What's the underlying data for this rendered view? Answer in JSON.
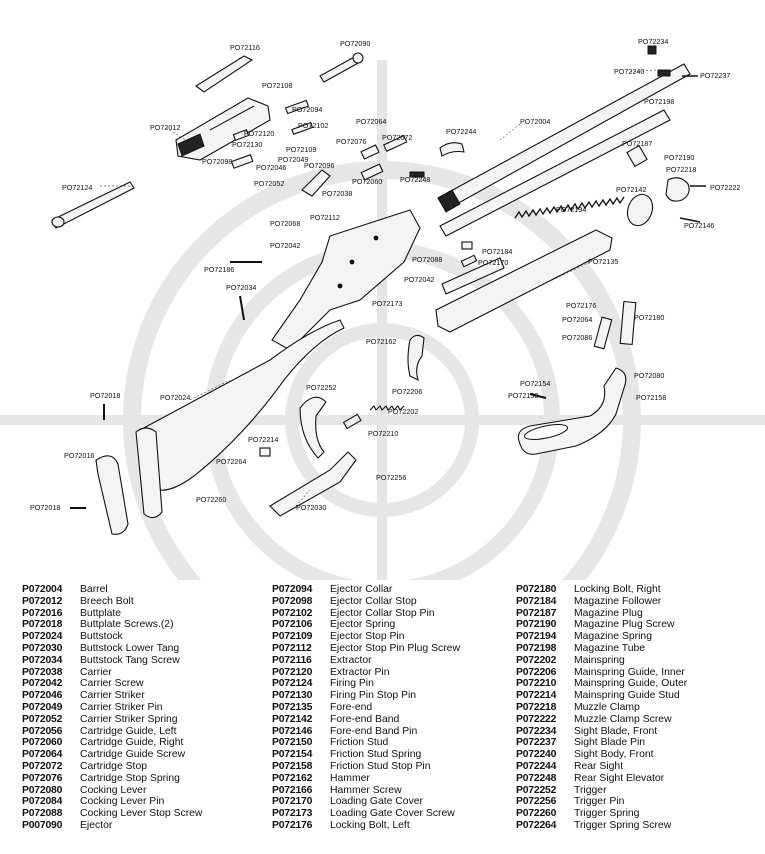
{
  "callouts": [
    {
      "id": "c1",
      "text": "PO72116"
    },
    {
      "id": "c2",
      "text": "PO72090"
    },
    {
      "id": "c3",
      "text": "PO72108"
    },
    {
      "id": "c4",
      "text": "PO72094"
    },
    {
      "id": "c5",
      "text": "PO72012"
    },
    {
      "id": "c6",
      "text": "PO72120"
    },
    {
      "id": "c7",
      "text": "PO72102"
    },
    {
      "id": "c8",
      "text": "PO72130"
    },
    {
      "id": "c9",
      "text": "PO72109"
    },
    {
      "id": "c10",
      "text": "PO72098"
    },
    {
      "id": "c11",
      "text": "PO72046"
    },
    {
      "id": "c12",
      "text": "PO72049"
    },
    {
      "id": "c13",
      "text": "PO72052"
    },
    {
      "id": "c14",
      "text": "PO72124"
    },
    {
      "id": "c15",
      "text": "PO72064"
    },
    {
      "id": "c16",
      "text": "PO72072"
    },
    {
      "id": "c17",
      "text": "PO72076"
    },
    {
      "id": "c18",
      "text": "PO72096"
    },
    {
      "id": "c19",
      "text": "PO72038"
    },
    {
      "id": "c20",
      "text": "PO72060"
    },
    {
      "id": "c21",
      "text": "PO72244"
    },
    {
      "id": "c22",
      "text": "PO72248"
    },
    {
      "id": "c23",
      "text": "PO72004"
    },
    {
      "id": "c24",
      "text": "PO72234"
    },
    {
      "id": "c25",
      "text": "PO72240"
    },
    {
      "id": "c26",
      "text": "PO72237"
    },
    {
      "id": "c27",
      "text": "PO72198"
    },
    {
      "id": "c28",
      "text": "PO72187"
    },
    {
      "id": "c29",
      "text": "PO72190"
    },
    {
      "id": "c30",
      "text": "PO72218"
    },
    {
      "id": "c31",
      "text": "PO72222"
    },
    {
      "id": "c32",
      "text": "PO72142"
    },
    {
      "id": "c33",
      "text": "PO72146"
    },
    {
      "id": "c34",
      "text": "PO72194"
    },
    {
      "id": "c35",
      "text": "PO72068"
    },
    {
      "id": "c36",
      "text": "PO72112"
    },
    {
      "id": "c37",
      "text": "PO72042"
    },
    {
      "id": "c38",
      "text": "PO72186"
    },
    {
      "id": "c39",
      "text": "PO72088"
    },
    {
      "id": "c40",
      "text": "PO72184"
    },
    {
      "id": "c41",
      "text": "PO72170"
    },
    {
      "id": "c42",
      "text": "PO72135"
    },
    {
      "id": "c43",
      "text": "PO72034"
    },
    {
      "id": "c44",
      "text": "PO72042"
    },
    {
      "id": "c45",
      "text": "PO72173"
    },
    {
      "id": "c46",
      "text": "PO72176"
    },
    {
      "id": "c47",
      "text": "PO72064"
    },
    {
      "id": "c48",
      "text": "PO72180"
    },
    {
      "id": "c49",
      "text": "PO72086"
    },
    {
      "id": "c50",
      "text": "PO72162"
    },
    {
      "id": "c51",
      "text": "PO72206"
    },
    {
      "id": "c52",
      "text": "PO72154"
    },
    {
      "id": "c53",
      "text": "PO72080"
    },
    {
      "id": "c54",
      "text": "PO72150"
    },
    {
      "id": "c55",
      "text": "PO72158"
    },
    {
      "id": "c56",
      "text": "PO72018"
    },
    {
      "id": "c57",
      "text": "PO72024"
    },
    {
      "id": "c58",
      "text": "PO72252"
    },
    {
      "id": "c59",
      "text": "PO72202"
    },
    {
      "id": "c60",
      "text": "PO72210"
    },
    {
      "id": "c61",
      "text": "PO72214"
    },
    {
      "id": "c62",
      "text": "PO72016"
    },
    {
      "id": "c63",
      "text": "PO72264"
    },
    {
      "id": "c64",
      "text": "PO72256"
    },
    {
      "id": "c65",
      "text": "PO72260"
    },
    {
      "id": "c66",
      "text": "PO72018"
    },
    {
      "id": "c67",
      "text": "PO72030"
    }
  ],
  "legend": {
    "col1": [
      {
        "num": "P072004",
        "desc": "Barrel"
      },
      {
        "num": "P072012",
        "desc": "Breech Bolt"
      },
      {
        "num": "P072016",
        "desc": "Buttplate"
      },
      {
        "num": "P072018",
        "desc": "Buttplate Screws.(2)"
      },
      {
        "num": "P072024",
        "desc": "Buttstock"
      },
      {
        "num": "P072030",
        "desc": "Buttstock Lower Tang"
      },
      {
        "num": "P072034",
        "desc": "Buttstock Tang Screw"
      },
      {
        "num": "P072038",
        "desc": "Carrier"
      },
      {
        "num": "P072042",
        "desc": "Carrier Screw"
      },
      {
        "num": "P072046",
        "desc": "Carrier Striker"
      },
      {
        "num": "P072049",
        "desc": "Carrier Striker Pin"
      },
      {
        "num": "P072052",
        "desc": "Carrier Striker Spring"
      },
      {
        "num": "P072056",
        "desc": "Cartridge Guide, Left"
      },
      {
        "num": "P072060",
        "desc": "Cartridge Guide, Right"
      },
      {
        "num": "P072064",
        "desc": "Cartridge Guide Screw"
      },
      {
        "num": "P072072",
        "desc": "Cartridge Stop"
      },
      {
        "num": "P072076",
        "desc": "Cartridge Stop Spring"
      },
      {
        "num": "P072080",
        "desc": "Cocking Lever"
      },
      {
        "num": "P072084",
        "desc": "Cocking Lever Pin"
      },
      {
        "num": "P072088",
        "desc": "Cocking Lever Stop Screw"
      },
      {
        "num": "P007090",
        "desc": "Ejector"
      }
    ],
    "col2": [
      {
        "num": "P072094",
        "desc": "Ejector Collar"
      },
      {
        "num": "P072098",
        "desc": "Ejector Collar Stop"
      },
      {
        "num": "P072102",
        "desc": "Ejector Collar Stop Pin"
      },
      {
        "num": "P072106",
        "desc": "Ejector Spring"
      },
      {
        "num": "P072109",
        "desc": "Ejector Stop Pin"
      },
      {
        "num": "P072112",
        "desc": "Ejector Stop Pin Plug Screw"
      },
      {
        "num": "P072116",
        "desc": "Extractor"
      },
      {
        "num": "P072120",
        "desc": "Extractor Pin"
      },
      {
        "num": "P072124",
        "desc": "Firing Pin"
      },
      {
        "num": "P072130",
        "desc": "Firing Pin Stop Pin"
      },
      {
        "num": "P072135",
        "desc": "Fore-end"
      },
      {
        "num": "P072142",
        "desc": "Fore-end Band"
      },
      {
        "num": "P072146",
        "desc": "Fore-end Band Pin"
      },
      {
        "num": "P072150",
        "desc": "Friction Stud"
      },
      {
        "num": "P072154",
        "desc": "Friction Stud Spring"
      },
      {
        "num": "P072158",
        "desc": "Friction Stud Stop Pin"
      },
      {
        "num": "P072162",
        "desc": "Hammer"
      },
      {
        "num": "P072166",
        "desc": "Hammer Screw"
      },
      {
        "num": "P072170",
        "desc": "Loading Gate Cover"
      },
      {
        "num": "P072173",
        "desc": "Loading Gate Cover Screw"
      },
      {
        "num": "P072176",
        "desc": "Locking Bolt, Left"
      }
    ],
    "col3": [
      {
        "num": "P072180",
        "desc": "Locking Bolt, Right"
      },
      {
        "num": "P072184",
        "desc": "Magazine Follower"
      },
      {
        "num": "P072187",
        "desc": "Magazine Plug"
      },
      {
        "num": "P072190",
        "desc": "Magazine Plug Screw"
      },
      {
        "num": "P072194",
        "desc": "Magazine Spring"
      },
      {
        "num": "P072198",
        "desc": "Magazine Tube"
      },
      {
        "num": "P072202",
        "desc": "Mainspring"
      },
      {
        "num": "P072206",
        "desc": "Mainspring Guide, Inner"
      },
      {
        "num": "P072210",
        "desc": "Mainspring Guide, Outer"
      },
      {
        "num": "P072214",
        "desc": "Mainspring Guide Stud"
      },
      {
        "num": "P072218",
        "desc": "Muzzle Clamp"
      },
      {
        "num": "P072222",
        "desc": "Muzzle Clamp Screw"
      },
      {
        "num": "P072234",
        "desc": "Sight Blade, Front"
      },
      {
        "num": "P072237",
        "desc": "Sight Blade Pin"
      },
      {
        "num": "P072240",
        "desc": "Sight Body, Front"
      },
      {
        "num": "P072244",
        "desc": "Rear Sight"
      },
      {
        "num": "P072248",
        "desc": "Rear Sight Elevator"
      },
      {
        "num": "P072252",
        "desc": "Trigger"
      },
      {
        "num": "P072256",
        "desc": "Trigger Pin"
      },
      {
        "num": "P072260",
        "desc": "Trigger Spring"
      },
      {
        "num": "P072264",
        "desc": "Trigger Spring Screw"
      }
    ]
  }
}
